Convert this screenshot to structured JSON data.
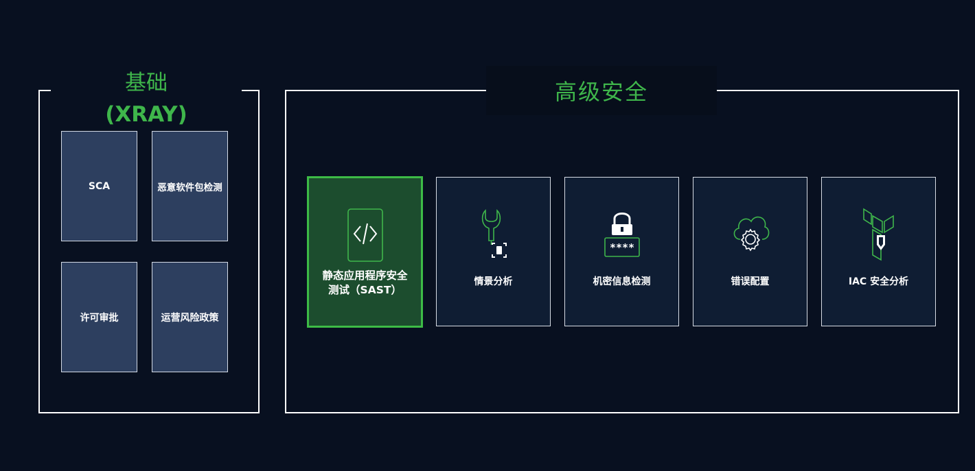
{
  "basic": {
    "title": "基础",
    "subtitle": "(XRAY)",
    "tiles": [
      "SCA",
      "恶意软件包检测",
      "许可审批",
      "运营风险政策"
    ]
  },
  "advanced": {
    "title": "高级安全",
    "cards": [
      {
        "label_line1": "静态应用程序安全",
        "label_line2": "测试（SAST）",
        "icon": "code-file-icon"
      },
      {
        "label": "情景分析",
        "icon": "wrench-scan-icon"
      },
      {
        "label": "机密信息检测",
        "icon": "lock-password-icon"
      },
      {
        "label": "错误配置",
        "icon": "cloud-gear-icon"
      },
      {
        "label": "IAC 安全分析",
        "icon": "terraform-shield-icon"
      }
    ]
  },
  "colors": {
    "background": "#081020",
    "accent_green": "#3fb64b",
    "tile_blue": "#2d3f5f",
    "card_dark": "#0f1d33",
    "card_active": "#1c4d2e"
  }
}
